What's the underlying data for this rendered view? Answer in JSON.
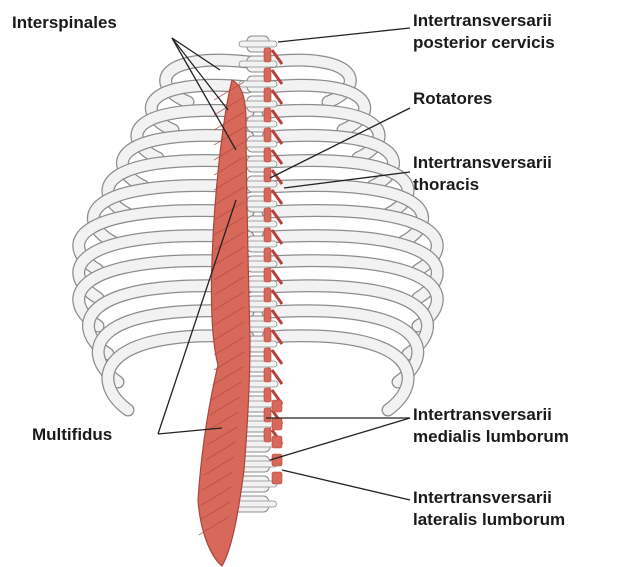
{
  "labels": {
    "interspinales": "Interspinales",
    "intertransversarii_posterior_cervicis": {
      "line1": "Intertransversarii",
      "line2": "posterior cervicis"
    },
    "rotatores": "Rotatores",
    "intertransversarii_thoracis": {
      "line1": "Intertransversarii",
      "line2": "thoracis"
    },
    "multifidus": "Multifidus",
    "intertransversarii_medialis_lumborum": {
      "line1": "Intertransversarii",
      "line2": "medialis lumborum"
    },
    "intertransversarii_lateralis_lumborum": {
      "line1": "Intertransversarii",
      "line2": "lateralis lumborum"
    }
  },
  "colors": {
    "muscle": "#d8685a",
    "muscle_dark": "#b4443a",
    "bone": "#f2f2f2",
    "bone_outline": "#8c8c8c",
    "leader_line": "#222222",
    "background": "#ffffff"
  }
}
